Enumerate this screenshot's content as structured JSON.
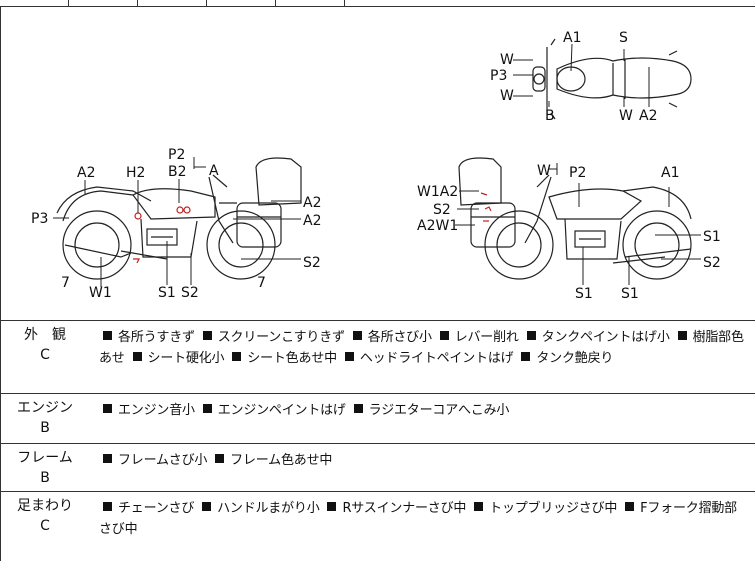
{
  "diagram": {
    "top_view_labels": {
      "a1": "A1",
      "s": "S",
      "w_top": "W",
      "p3": "P3",
      "w_bottom": "W",
      "b": "B",
      "w_right": "W",
      "a2": "A2"
    },
    "left_bike_labels": {
      "p2": "P2",
      "b2": "B2",
      "a": "A",
      "a2_left": "A2",
      "h2": "H2",
      "p3": "P3",
      "a2_r1": "A2",
      "a2_r2": "A2",
      "s2_right": "S2",
      "seven_left": "7",
      "w1": "W1",
      "s1": "S1",
      "s2": "S2",
      "seven_right": "7"
    },
    "right_bike_labels": {
      "w": "W",
      "p2": "P2",
      "a1": "A1",
      "w1a2": "W1A2",
      "s2_left": "S2",
      "a2w1": "A2W1",
      "s1_r": "S1",
      "s2_r": "S2",
      "s1_b1": "S1",
      "s1_b2": "S1"
    }
  },
  "rows": [
    {
      "category": "外　観",
      "grade": "C",
      "items": [
        "各所うすきず",
        "スクリーンこすりきず",
        "各所さび小",
        "レバー削れ",
        "タンクペイントはげ小",
        "樹脂部色あせ",
        "シート硬化小",
        "シート色あせ中",
        "ヘッドライトペイントはげ",
        "タンク艶戻り"
      ]
    },
    {
      "category": "エンジン",
      "grade": "B",
      "items": [
        "エンジン音小",
        "エンジンペイントはげ",
        "ラジエターコアへこみ小"
      ]
    },
    {
      "category": "フレーム",
      "grade": "B",
      "items": [
        "フレームさび小",
        "フレーム色あせ中"
      ]
    },
    {
      "category": "足まわり",
      "grade": "C",
      "items": [
        "チェーンさび",
        "ハンドルまがり小",
        "Rサスインナーさび中",
        "トップブリッジさび中",
        "Fフォーク摺動部さび中"
      ]
    }
  ]
}
